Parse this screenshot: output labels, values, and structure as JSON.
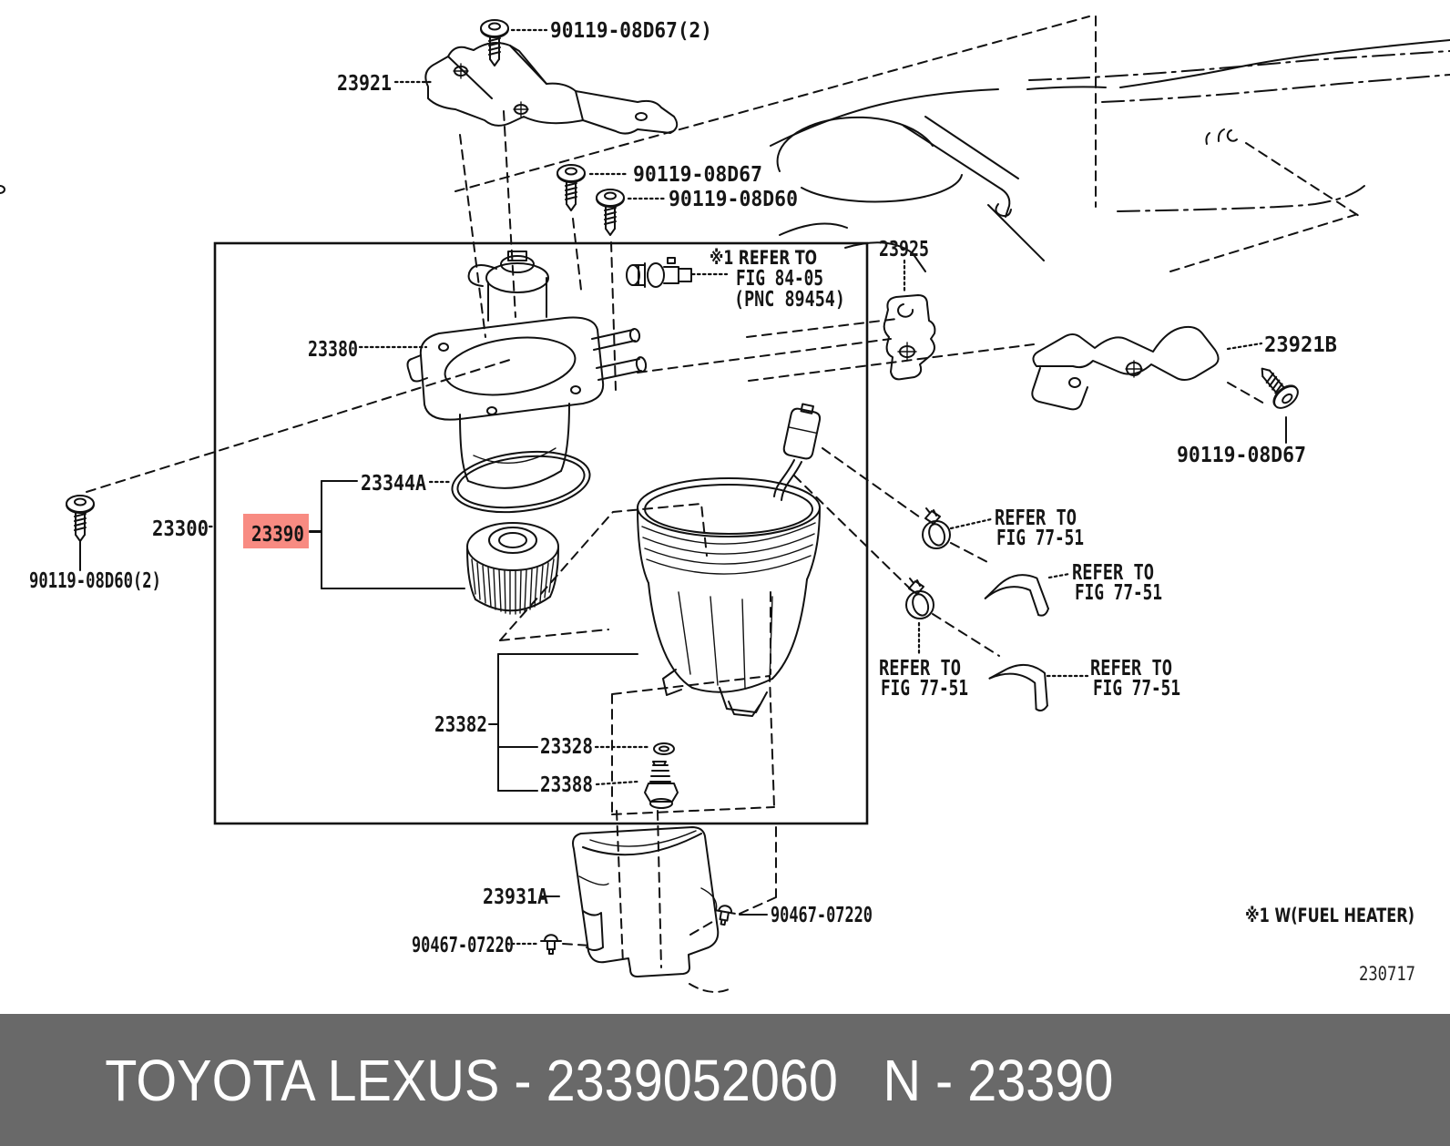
{
  "highlight_colors": {
    "background": "#f88b82",
    "text": "#8e1410"
  },
  "footer": {
    "background": "#696969",
    "text_color": "#ffffff",
    "brand_part": "TOYOTA LEXUS - 2339052060",
    "part_ref": "N - 23390"
  },
  "doc_number": "230717",
  "notes": {
    "fig_84_05_line1": "※1 REFER TO",
    "fig_84_05_line2": "FIG 84-05",
    "fig_84_05_line3": "(PNC 89454)",
    "fuel_heater": "※1 W(FUEL HEATER)",
    "refer_to": "REFER TO",
    "fig_77_51": "FIG 77-51"
  },
  "parts": {
    "assembly": "23300",
    "highlighted_part": "23390",
    "bracket_top": "23921",
    "bracket_b": "23921B",
    "bracket_side": "23925",
    "head_unit": "23380",
    "oring": "23344A",
    "case": "23382",
    "gasket": "23328",
    "plug": "23388",
    "cover": "23931A",
    "bolt_08d67_x2": "90119-08D67(2)",
    "bolt_08d67": "90119-08D67",
    "bolt_08d60": "90119-08D60",
    "bolt_08d60_x2": "90119-08D60(2)",
    "clip": "90467-07220"
  }
}
